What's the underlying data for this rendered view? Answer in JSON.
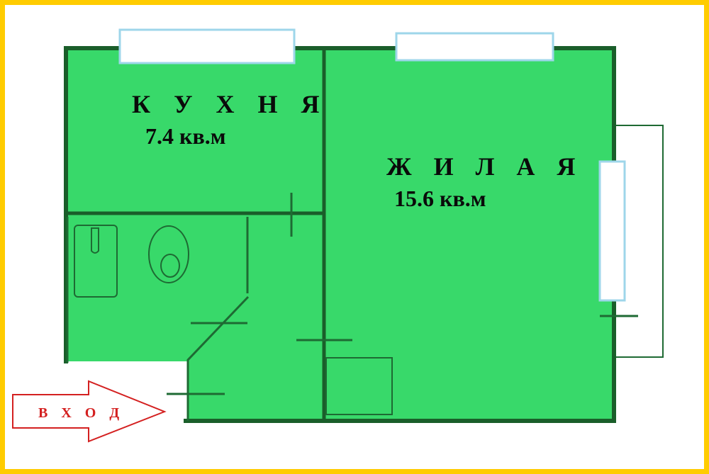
{
  "colors": {
    "frame": "#ffcc00",
    "floor": "#38d96a",
    "wall": "#1a5e2a",
    "thin_line": "#1e6a33",
    "window": "#ffffff",
    "window_edge": "#9ed6ea",
    "arrow": "#d42020"
  },
  "rooms": {
    "kitchen": {
      "title": "К У Х Н Я",
      "area": "7.4 кв.м"
    },
    "living": {
      "title": "Ж И Л А Я",
      "area": "15.6 кв.м"
    }
  },
  "entry": {
    "label": "В Х О Д"
  },
  "icons": {
    "sink": "sink-icon",
    "toilet": "toilet-icon",
    "entry_arrow": "arrow-right-icon"
  }
}
